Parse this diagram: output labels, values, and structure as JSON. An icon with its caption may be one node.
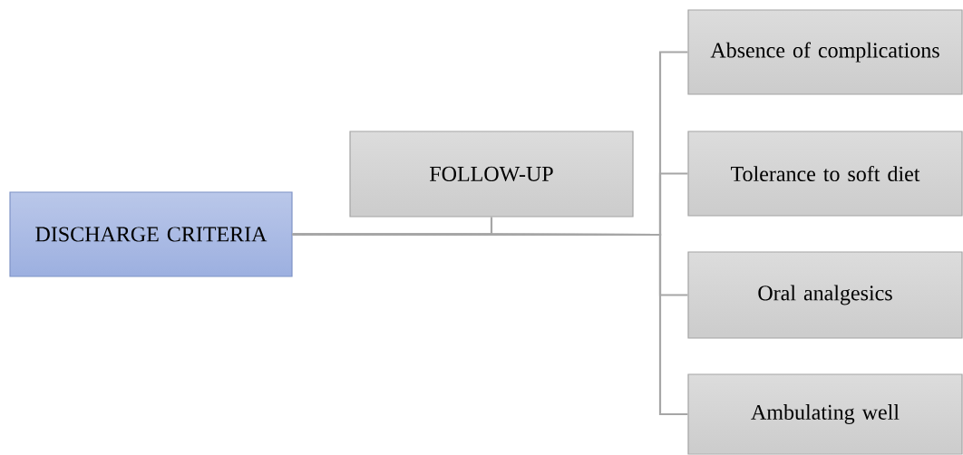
{
  "diagram": {
    "nodes": [
      {
        "text": [
          "DISCHARGE CRITERIA"
        ]
      },
      {
        "text": [
          "FOLLOW-UP"
        ]
      },
      {
        "text": [
          "Absence of complications"
        ]
      },
      {
        "text": [
          "Tolerance to soft diet"
        ]
      },
      {
        "text": [
          "Oral analgesics"
        ]
      },
      {
        "text": [
          "Ambulating well"
        ]
      }
    ],
    "edges": [
      {
        "from": 0,
        "to": 1,
        "arrow": "none"
      },
      {
        "from": 0,
        "to": 2,
        "arrow": "none"
      },
      {
        "from": 0,
        "to": 3,
        "arrow": "none"
      },
      {
        "from": 0,
        "to": 4,
        "arrow": "none"
      },
      {
        "from": 0,
        "to": 5,
        "arrow": "none"
      }
    ]
  }
}
